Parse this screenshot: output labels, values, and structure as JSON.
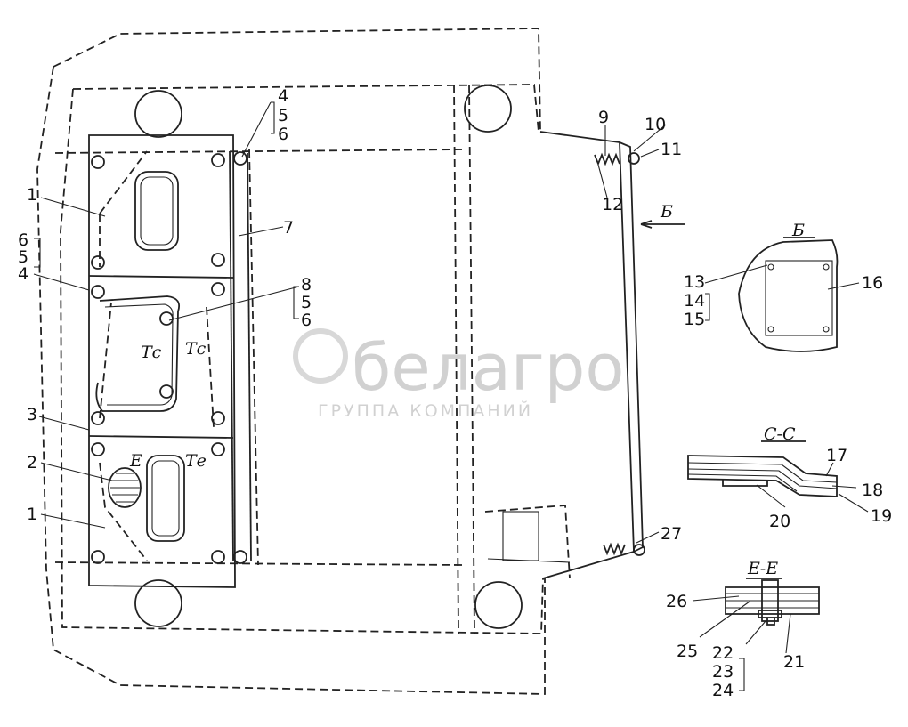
{
  "callouts": {
    "n1": "1",
    "n1b": "1",
    "n2": "2",
    "n3": "3",
    "n4a": "4",
    "n5a": "5",
    "n6a": "6",
    "n4b": "4",
    "n5b": "5",
    "n6b": "6",
    "n7": "7",
    "n8": "8",
    "n5c": "5",
    "n6c": "6",
    "n9": "9",
    "n10": "10",
    "n11": "11",
    "n12": "12",
    "n13": "13",
    "n14": "14",
    "n15": "15",
    "n16": "16",
    "n17": "17",
    "n18": "18",
    "n19": "19",
    "n20": "20",
    "n21": "21",
    "n22": "22",
    "n23": "23",
    "n24": "24",
    "n25": "25",
    "n26": "26",
    "n27": "27"
  },
  "section_labels": {
    "view_b": "Б",
    "view_b_arrow": "Б",
    "section_cc": "С-С",
    "section_ee": "Е-Е",
    "mark_tc1": "Тс",
    "mark_tc2": "Тс",
    "mark_e1": "Е",
    "mark_te": "Те"
  },
  "watermark": {
    "brand": "белагро",
    "subtitle": "ГРУППА КОМПАНИЙ"
  }
}
